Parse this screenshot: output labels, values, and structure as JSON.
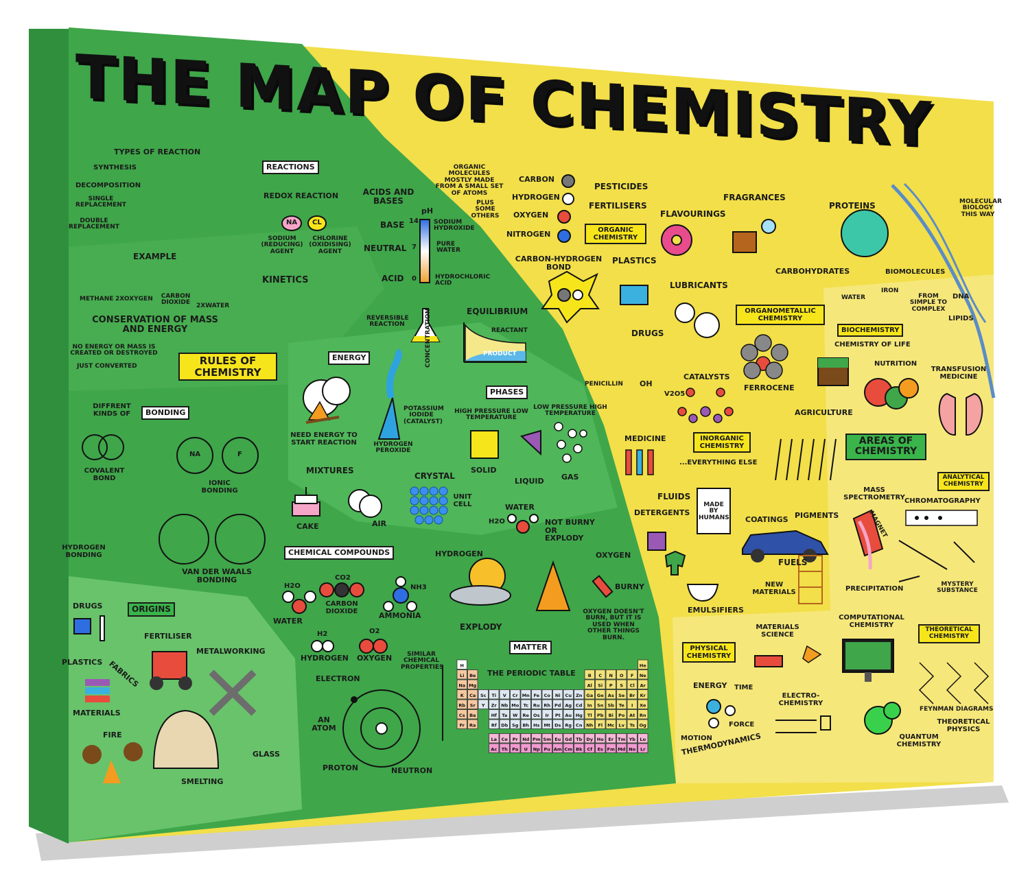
{
  "title": "THE MAP OF CHEMISTRY",
  "colors": {
    "green_dark": "#3fa64a",
    "green_mid": "#4fb659",
    "green_light": "#68c36b",
    "yellow": "#f2df49",
    "yellow_light": "#f6e77a",
    "box_yellow": "#f7e51c"
  },
  "section_boxes": {
    "rules_of_chemistry": "RULES OF CHEMISTRY",
    "areas_of_chemistry": "AREAS OF CHEMISTRY",
    "reactions": "REACTIONS",
    "energy": "ENERGY",
    "phases": "PHASES",
    "bonding": "BONDING",
    "origins": "ORIGINS",
    "chemical_compounds": "CHEMICAL COMPOUNDS",
    "matter": "MATTER",
    "organic_chemistry": "ORGANIC CHEMISTRY",
    "organometallic_chemistry": "ORGANOMETALLIC CHEMISTRY",
    "biochemistry": "BIOCHEMISTRY",
    "inorganic_chemistry": "INORGANIC CHEMISTRY",
    "analytical_chemistry": "ANALYTICAL CHEMISTRY",
    "physical_chemistry": "PHYSICAL CHEMISTRY",
    "theoretical_chemistry": "THEORETICAL CHEMISTRY"
  },
  "labels": {
    "types_of_reaction": "TYPES OF REACTION",
    "synthesis": "SYNTHESIS",
    "decomposition": "DECOMPOSITION",
    "single_replacement": "SINGLE REPLACEMENT",
    "double_replacement": "DOUBLE REPLACEMENT",
    "example": "EXAMPLE",
    "methane": "METHANE",
    "2xoxygen": "2XOXYGEN",
    "carbon_dioxide": "CARBON DIOXIDE",
    "2xwater": "2XWATER",
    "conservation": "CONSERVATION OF MASS AND ENERGY",
    "no_energy": "NO ENERGY OR MASS IS CREATED OR DESTROYED",
    "just_converted": "JUST CONVERTED",
    "redox_reaction": "REDOX REACTION",
    "sodium": "SODIUM (REDUCING) AGENT",
    "chlorine": "CHLORINE (OXIDISING) AGENT",
    "kinetics": "KINETICS",
    "acids_and_bases": "ACIDS AND BASES",
    "ph": "pH",
    "base": "BASE",
    "neutral": "NEUTRAL",
    "acid": "ACID",
    "ph14": "14",
    "ph7": "7",
    "ph0": "0",
    "sodium_hydroxide": "SODIUM HYDROXIDE",
    "pure_water": "PURE WATER",
    "hydrochloric_acid": "HYDROCHLORIC ACID",
    "reversible_reaction": "REVERSIBLE REACTION",
    "equilibrium": "EQUILIBRIUM",
    "reactant": "REACTANT",
    "product": "PRODUCT",
    "concentration": "CONCENTRATION",
    "need_energy": "NEED ENERGY TO START REACTION",
    "potassium_iodide": "POTASSIUM IODIDE (CATALYST)",
    "hydrogen_peroxide": "HYDROGEN PEROXIDE",
    "high_pressure": "HIGH PRESSURE LOW TEMPERATURE",
    "low_pressure": "LOW PRESSURE HIGH TEMPERATURE",
    "solid": "SOLID",
    "liquid": "LIQUID",
    "gas": "GAS",
    "mixtures": "MIXTURES",
    "cake": "CAKE",
    "air": "AIR",
    "crystal": "CRYSTAL",
    "unit_cell": "UNIT CELL",
    "diffrent_kinds_of": "DIFFRENT KINDS OF",
    "covalent_bond": "COVALENT BOND",
    "ionic_bonding": "IONIC BONDING",
    "hydrogen_bonding": "HYDROGEN BONDING",
    "van_der_waals": "VAN DER WAALS BONDING",
    "water_top": "WATER",
    "not_burny": "NOT BURNY OR EXPLODY",
    "hydrogen_mid": "HYDROGEN",
    "oxygen_mid": "OXYGEN",
    "burny": "BURNY",
    "explody": "EXPLODY",
    "oxygen_note": "OXYGEN DOESN'T BURN, BUT IT IS USED WHEN OTHER THINGS BURN.",
    "h2o": "WATER",
    "co2": "CARBON DIOXIDE",
    "ammonia": "AMMONIA",
    "hydrogen_bottom": "HYDROGEN",
    "oxygen_bottom": "OXYGEN",
    "similar": "SIMILAR CHEMICAL PROPERTIES",
    "electron": "ELECTRON",
    "an_atom": "AN ATOM",
    "proton": "PROTON",
    "neutron": "NEUTRON",
    "periodic_table": "THE PERIODIC TABLE",
    "drugs_left": "DRUGS",
    "plastics_left": "PLASTICS",
    "fabrics": "FABRICS",
    "fertiliser": "FERTILISER",
    "metalworking": "METALWORKING",
    "materials": "MATERIALS",
    "fire": "FIRE",
    "smelting": "SMELTING",
    "glass": "GLASS",
    "organic_molecules": "ORGANIC MOLECULES MOSTLY MADE FROM A SMALL SET OF ATOMS",
    "plus_some_others": "PLUS SOME OTHERS",
    "carbon": "CARBON",
    "hydrogen": "HYDROGEN",
    "oxygen": "OXYGEN",
    "nitrogen": "NITROGEN",
    "carbon_hydrogen_bond": "CARBON-HYDROGEN BOND",
    "pesticides": "PESTICIDES",
    "fertilisers": "FERTILISERS",
    "plastics": "PLASTICS",
    "flavourings": "FLAVOURINGS",
    "fragrances": "FRAGRANCES",
    "proteins": "PROTEINS",
    "molecular_biology": "MOLECULAR BIOLOGY THIS WAY",
    "lubricants": "LUBRICANTS",
    "carbohydrates": "CARBOHYDRATES",
    "biomolecules": "BIOMOLECULES",
    "water_small": "WATER",
    "iron": "IRON",
    "simple_complex": "FROM SIMPLE TO COMPLEX",
    "dna": "DNA",
    "drugs": "DRUGS",
    "penicillin": "PENICILLIN",
    "oh": "OH",
    "chemistry_of_life": "CHEMISTRY OF LIFE",
    "lipids": "LIPIDS",
    "ferrocene": "FERROCENE",
    "nutrition": "NUTRITION",
    "transfusion": "TRANSFUSION MEDICINE",
    "catalysts": "CATALYSTS",
    "v2o5": "V2O5",
    "agriculture": "AGRICULTURE",
    "medicine": "MEDICINE",
    "everything_else": "...EVERYTHING ELSE",
    "fluids": "FLUIDS",
    "detergents": "DETERGENTS",
    "made_by_humans": "MADE BY HUMANS",
    "coatings": "COATINGS",
    "pigments": "PIGMENTS",
    "mass_spectrometry": "MASS SPECTROMETRY",
    "chromatography": "CHROMATOGRAPHY",
    "magnet": "MAGNET",
    "fuels": "FUELS",
    "new_materials": "NEW MATERIALS",
    "emulsifiers": "EMULSIFIERS",
    "precipitation": "PRECIPITATION",
    "mystery_substance": "MYSTERY SUBSTANCE",
    "materials_science": "MATERIALS SCIENCE",
    "computational": "COMPUTATIONAL CHEMISTRY",
    "energy_pc": "ENERGY",
    "time": "TIME",
    "motion": "MOTION",
    "force": "FORCE",
    "thermodynamics": "THERMODYNAMICS",
    "electrochemistry": "ELECTRO- CHEMISTRY",
    "quantum": "QUANTUM CHEMISTRY",
    "feynman": "FEYNMAN DIAGRAMS",
    "theoretical_physics": "THEORETICAL PHYSICS",
    "cl": "CL",
    "na": "NA",
    "f": "F",
    "h2o_formula": "H2O",
    "co2_formula": "CO2",
    "nh3": "NH3",
    "h2": "H2",
    "o2": "O2"
  },
  "periodic_table": {
    "rows": [
      [
        "H",
        "",
        "",
        "",
        "",
        "",
        "",
        "",
        "",
        "",
        "",
        "",
        "",
        "",
        "",
        "",
        "",
        "He"
      ],
      [
        "Li",
        "Be",
        "",
        "",
        "",
        "",
        "",
        "",
        "",
        "",
        "",
        "",
        "B",
        "C",
        "N",
        "O",
        "F",
        "Ne"
      ],
      [
        "Na",
        "Mg",
        "",
        "",
        "",
        "",
        "",
        "",
        "",
        "",
        "",
        "",
        "Al",
        "Si",
        "P",
        "S",
        "Cl",
        "Ar"
      ],
      [
        "K",
        "Ca",
        "Sc",
        "Ti",
        "V",
        "Cr",
        "Mn",
        "Fe",
        "Co",
        "Ni",
        "Cu",
        "Zn",
        "Ga",
        "Ge",
        "As",
        "Se",
        "Br",
        "Kr"
      ],
      [
        "Rb",
        "Sr",
        "Y",
        "Zr",
        "Nb",
        "Mo",
        "Tc",
        "Ru",
        "Rh",
        "Pd",
        "Ag",
        "Cd",
        "In",
        "Sn",
        "Sb",
        "Te",
        "I",
        "Xe"
      ],
      [
        "Cs",
        "Ba",
        "",
        "Hf",
        "Ta",
        "W",
        "Re",
        "Os",
        "Ir",
        "Pt",
        "Au",
        "Hg",
        "Tl",
        "Pb",
        "Bi",
        "Po",
        "At",
        "Rn"
      ],
      [
        "Fr",
        "Ra",
        "",
        "Rf",
        "Db",
        "Sg",
        "Bh",
        "Hs",
        "Mt",
        "Ds",
        "Rg",
        "Cn",
        "Nh",
        "Fl",
        "Mc",
        "Lv",
        "Ts",
        "Og"
      ]
    ],
    "lanthanides": [
      "La",
      "Ce",
      "Pr",
      "Nd",
      "Pm",
      "Sm",
      "Eu",
      "Gd",
      "Tb",
      "Dy",
      "Ho",
      "Er",
      "Tm",
      "Yb",
      "Lu"
    ],
    "actinides": [
      "Ac",
      "Th",
      "Pa",
      "U",
      "Np",
      "Pu",
      "Am",
      "Cm",
      "Bk",
      "Cf",
      "Es",
      "Fm",
      "Md",
      "No",
      "Lr"
    ]
  }
}
